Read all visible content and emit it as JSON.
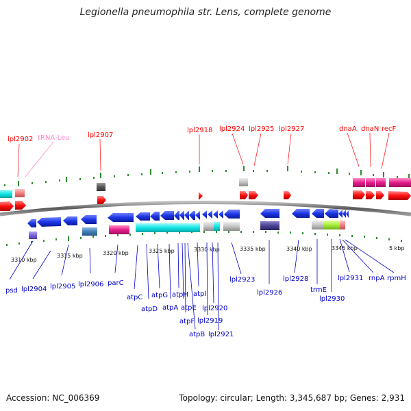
{
  "title": "Legionella pneumophila str. Lens, complete genome",
  "footer": {
    "accession": "Accession: NC_006369",
    "summary": "Topology: circular; Length: 3,345,687 bp; Genes: 2,931"
  },
  "colors": {
    "top_label": "#ff0000",
    "trna_label": "#ff88cc",
    "bottom_label": "#0000cc",
    "tick": "#2e8b2e",
    "backbone": "#707070",
    "blue_gene": "#1d36e6",
    "red_gene": "#ff1010",
    "cyan_gene": "#10e6e6",
    "magenta_gene": "#e61d8c"
  },
  "top_labels": [
    {
      "id": "lpl2902",
      "text": "lpl2902"
    },
    {
      "id": "trna-leu",
      "text": "tRNA-Leu"
    },
    {
      "id": "lpl2907",
      "text": "lpl2907"
    },
    {
      "id": "lpl2918",
      "text": "lpl2918"
    },
    {
      "id": "lpl2924",
      "text": "lpl2924"
    },
    {
      "id": "lpl2925",
      "text": "lpl2925"
    },
    {
      "id": "lpl2927",
      "text": "lpl2927"
    },
    {
      "id": "dnaa",
      "text": "dnaA"
    },
    {
      "id": "dnan",
      "text": "dnaN"
    },
    {
      "id": "recf",
      "text": "recF"
    }
  ],
  "bottom_labels": [
    {
      "id": "psd",
      "text": "psd"
    },
    {
      "id": "lpl2904",
      "text": "lpl2904"
    },
    {
      "id": "lpl2905",
      "text": "lpl2905"
    },
    {
      "id": "lpl2906",
      "text": "lpl2906"
    },
    {
      "id": "parc",
      "text": "parC"
    },
    {
      "id": "atpc",
      "text": "atpC"
    },
    {
      "id": "atpd",
      "text": "atpD"
    },
    {
      "id": "atpg",
      "text": "atpG"
    },
    {
      "id": "atpa",
      "text": "atpA"
    },
    {
      "id": "atph",
      "text": "atpH"
    },
    {
      "id": "atpe",
      "text": "atpE"
    },
    {
      "id": "atpf",
      "text": "atpF"
    },
    {
      "id": "atpb",
      "text": "atpB"
    },
    {
      "id": "atpi",
      "text": "atpI"
    },
    {
      "id": "lpl2919",
      "text": "lpl2919"
    },
    {
      "id": "lpl2920",
      "text": "lpl2920"
    },
    {
      "id": "lpl2921",
      "text": "lpl2921"
    },
    {
      "id": "lpl2923",
      "text": "lpl2923"
    },
    {
      "id": "lpl2926",
      "text": "lpl2926"
    },
    {
      "id": "lpl2928",
      "text": "lpl2928"
    },
    {
      "id": "trme",
      "text": "trmE"
    },
    {
      "id": "lpl2930",
      "text": "lpl2930"
    },
    {
      "id": "lpl2931",
      "text": "lpl2931"
    },
    {
      "id": "rnpa",
      "text": "rnpA"
    },
    {
      "id": "rpmh",
      "text": "rpmH"
    }
  ],
  "scale_labels": [
    {
      "id": "kbp3310",
      "text": "3310 kbp"
    },
    {
      "id": "kbp3315",
      "text": "3315 kbp"
    },
    {
      "id": "kbp3320",
      "text": "3320 kbp"
    },
    {
      "id": "kbp3325",
      "text": "3325 kbp"
    },
    {
      "id": "kbp3330",
      "text": "3330 kbp"
    },
    {
      "id": "kbp3335",
      "text": "3335 kbp"
    },
    {
      "id": "kbp3340",
      "text": "3340 kbp"
    },
    {
      "id": "kbp3345",
      "text": "3345 kbp"
    },
    {
      "id": "kbp5",
      "text": "5 kbp"
    }
  ]
}
